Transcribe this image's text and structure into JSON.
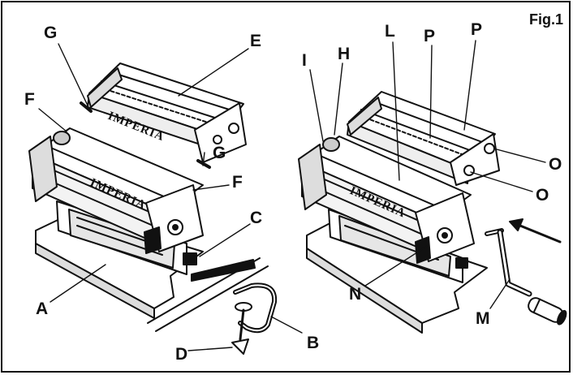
{
  "figure": {
    "title": "Fig.1"
  },
  "brand_text": "IMPERIA",
  "colors": {
    "ink": "#111111",
    "paper": "#ffffff"
  },
  "labels": {
    "A": "A",
    "B": "B",
    "C": "C",
    "D": "D",
    "E": "E",
    "F": "F",
    "G": "G",
    "H": "H",
    "I": "I",
    "L": "L",
    "M": "M",
    "N": "N",
    "O": "O",
    "P": "P"
  }
}
